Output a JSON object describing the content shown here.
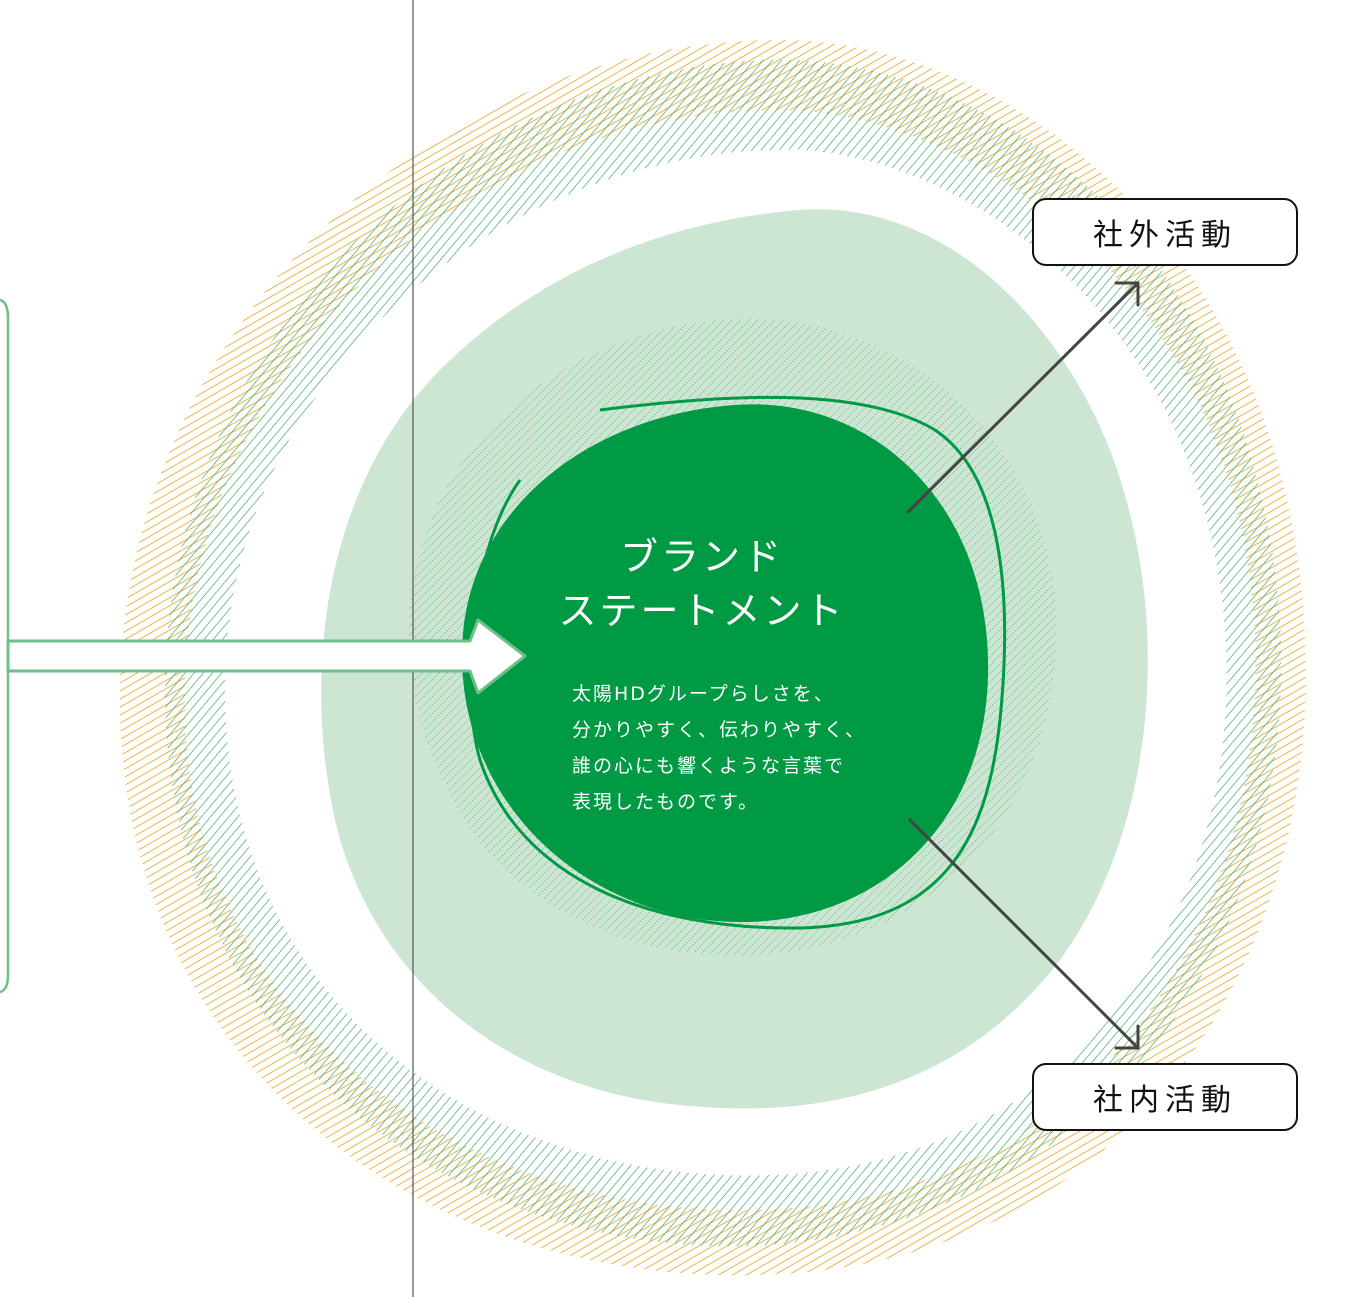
{
  "center": {
    "title_line1": "ブランド",
    "title_line2": "ステートメント",
    "description_lines": [
      "太陽HDグループらしさを、",
      "分かりやすく、伝わりやすく、",
      "誰の心にも響くような言葉で",
      "表現したものです。"
    ]
  },
  "tags": {
    "external": "社外活動",
    "internal": "社内活動"
  },
  "colors": {
    "core_green": "#009944",
    "light_green": "#cce6d3",
    "hatch_green": "#3fa874",
    "hatch_orange": "#e8a21c",
    "panel_border": "#6fbf8a",
    "arrow_dark": "#444444"
  }
}
